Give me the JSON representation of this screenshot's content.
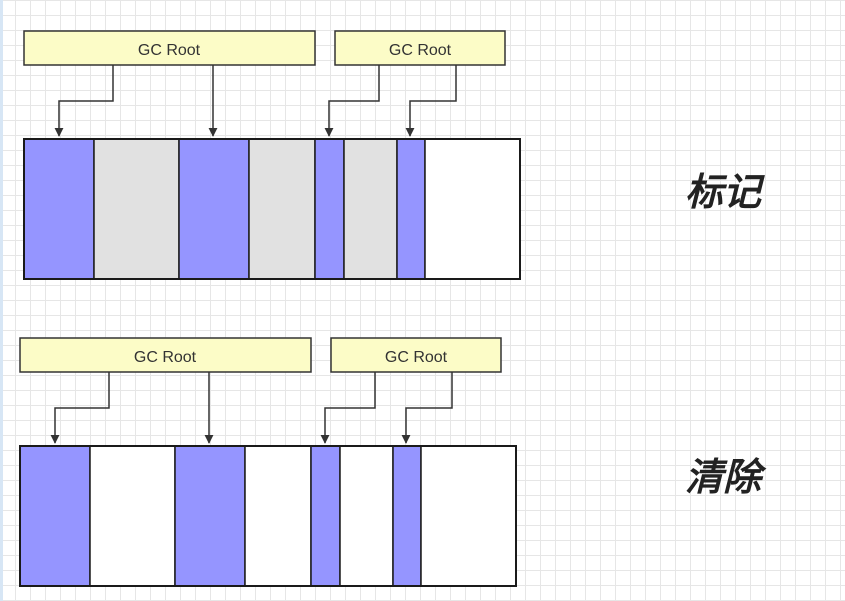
{
  "colors": {
    "reachable": "#9595ff",
    "garbage": "#e1e1e1",
    "free": "#ffffff",
    "root_box": "#fcfcc7"
  },
  "stages": [
    {
      "label": "标记",
      "roots": [
        {
          "label": "GC Root"
        },
        {
          "label": "GC Root"
        }
      ],
      "blocks": [
        {
          "state": "reachable"
        },
        {
          "state": "garbage"
        },
        {
          "state": "reachable"
        },
        {
          "state": "garbage"
        },
        {
          "state": "reachable"
        },
        {
          "state": "garbage"
        },
        {
          "state": "reachable"
        },
        {
          "state": "free"
        }
      ]
    },
    {
      "label": "清除",
      "roots": [
        {
          "label": "GC Root"
        },
        {
          "label": "GC Root"
        }
      ],
      "blocks": [
        {
          "state": "reachable"
        },
        {
          "state": "free"
        },
        {
          "state": "reachable"
        },
        {
          "state": "free"
        },
        {
          "state": "reachable"
        },
        {
          "state": "free"
        },
        {
          "state": "reachable"
        },
        {
          "state": "free"
        }
      ]
    }
  ]
}
